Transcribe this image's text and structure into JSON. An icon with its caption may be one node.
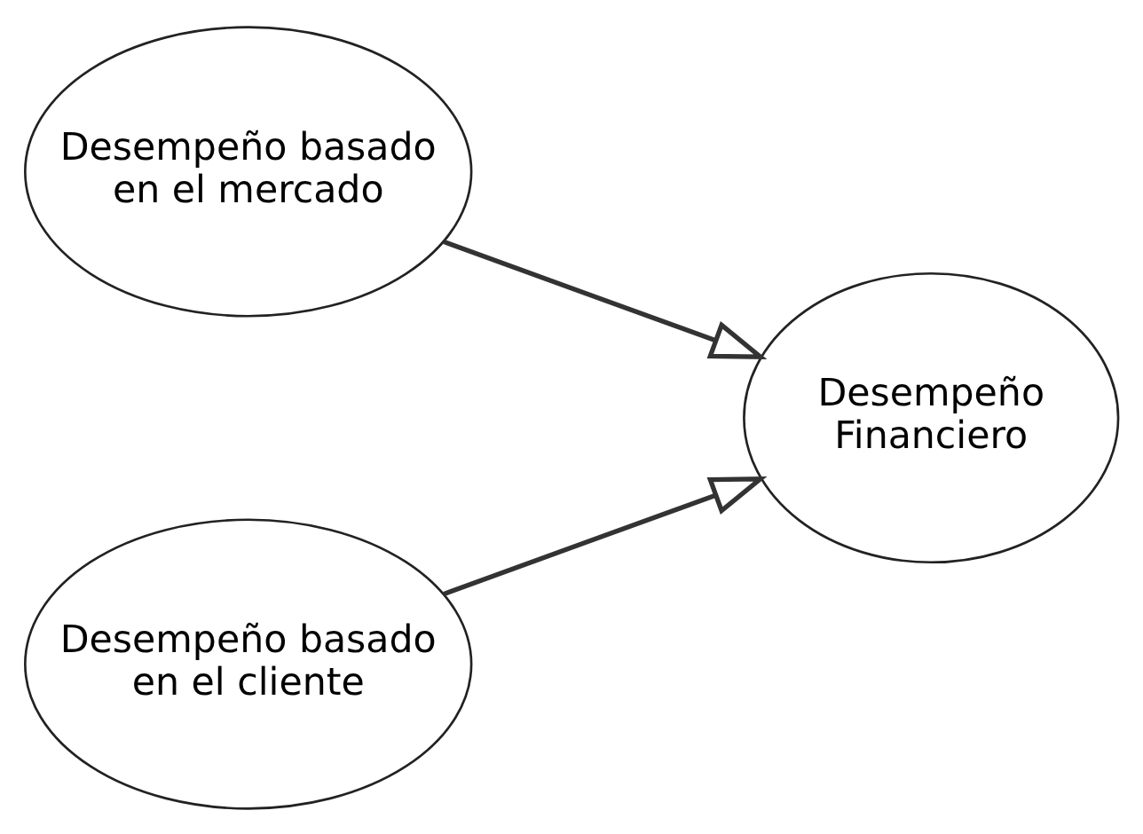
{
  "diagram": {
    "nodes": [
      {
        "text": [
          "Desempeño basado en el mercado"
        ]
      },
      {
        "text": [
          "Desempeño Financiero"
        ]
      },
      {
        "text": [
          "Desempeño basado en el cliente"
        ]
      }
    ],
    "edges": [
      {
        "from": 0,
        "to": 1,
        "arrow": "to"
      },
      {
        "from": 2,
        "to": 1,
        "arrow": "to"
      }
    ]
  }
}
